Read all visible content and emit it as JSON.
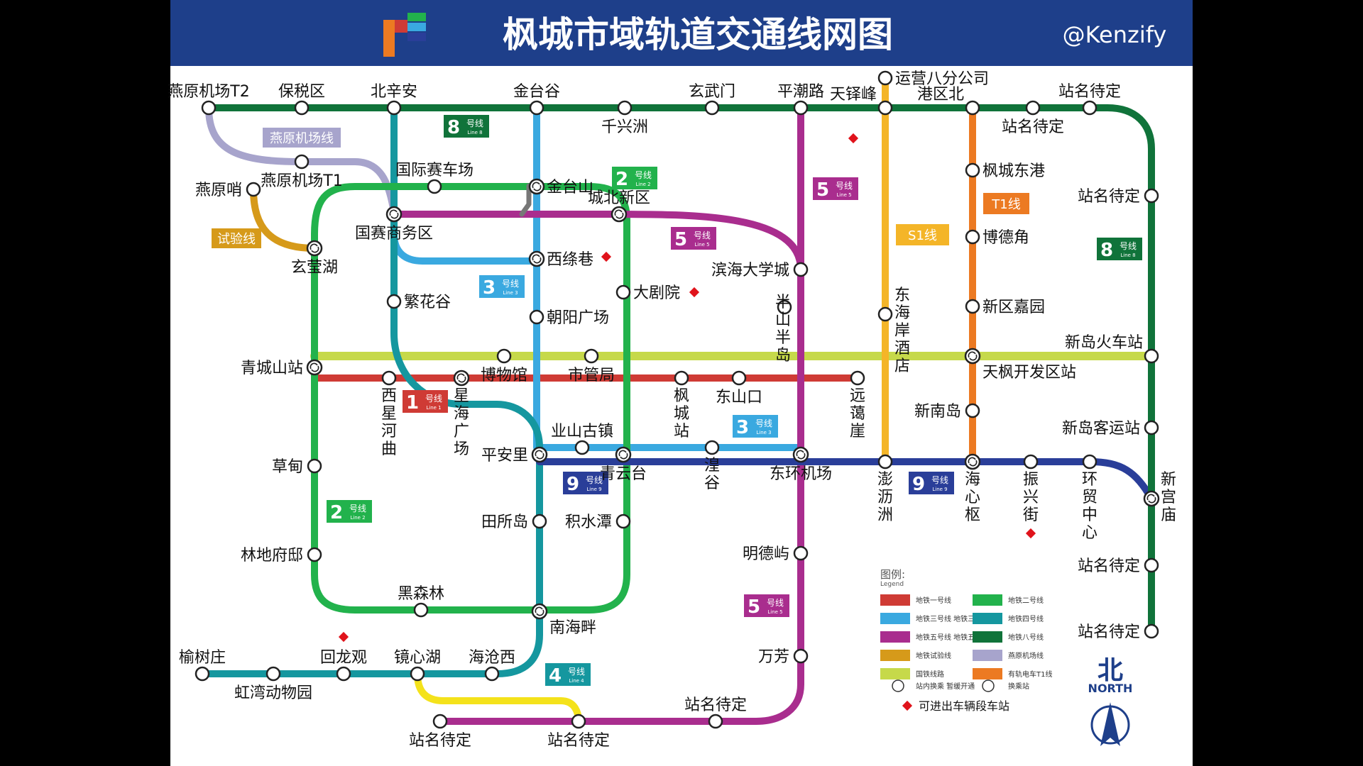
{
  "header": {
    "title": "枫城市域轨道交通线网图",
    "handle": "@Kenzify"
  },
  "colors": {
    "header_bg": "#1e3f8a",
    "line1": "#cf3b35",
    "line2": "#22b24c",
    "line3": "#3aa9e0",
    "line4": "#15979f",
    "line5": "#a92d8e",
    "line8": "#10733a",
    "line9": "#2a3e99",
    "airport": "#a7a4cc",
    "test": "#d69a1a",
    "national": "#c6d94a",
    "s1": "#f4b528",
    "t1": "#ec7a22",
    "yellow": "#f4e21b"
  },
  "line_labels": [
    {
      "id": "line8-a",
      "main": "8",
      "sub": "号线",
      "en": "Line 8",
      "color": "#10733a"
    },
    {
      "id": "line8-b",
      "main": "8",
      "sub": "号线",
      "en": "Line 8",
      "color": "#10733a"
    },
    {
      "id": "line2-a",
      "main": "2",
      "sub": "号线",
      "en": "Line 2",
      "color": "#22b24c"
    },
    {
      "id": "line2-b",
      "main": "2",
      "sub": "号线",
      "en": "Line 2",
      "color": "#22b24c"
    },
    {
      "id": "line5-a",
      "main": "5",
      "sub": "号线",
      "en": "Line 5",
      "color": "#a92d8e"
    },
    {
      "id": "line5-b",
      "main": "5",
      "sub": "号线",
      "en": "Line 5",
      "color": "#a92d8e"
    },
    {
      "id": "line5-c",
      "main": "5",
      "sub": "号线",
      "en": "Line 5",
      "color": "#a92d8e"
    },
    {
      "id": "line3-a",
      "main": "3",
      "sub": "号线",
      "en": "Line 3",
      "color": "#3aa9e0"
    },
    {
      "id": "line3-b",
      "main": "3",
      "sub": "号线",
      "en": "Line 3",
      "color": "#3aa9e0"
    },
    {
      "id": "line1-a",
      "main": "1",
      "sub": "号线",
      "en": "Line 1",
      "color": "#cf3b35"
    },
    {
      "id": "line9-a",
      "main": "9",
      "sub": "号线",
      "en": "Line 9",
      "color": "#2a3e99"
    },
    {
      "id": "line9-b",
      "main": "9",
      "sub": "号线",
      "en": "Line 9",
      "color": "#2a3e99"
    },
    {
      "id": "line4-a",
      "main": "4",
      "sub": "号线",
      "en": "Line 4",
      "color": "#15979f"
    }
  ],
  "named_labels": [
    {
      "id": "airport",
      "text": "燕原机场线",
      "color": "#a7a4cc",
      "fg": "#3a3aa0"
    },
    {
      "id": "test",
      "text": "试验线",
      "color": "#d69a1a",
      "fg": "#333333"
    },
    {
      "id": "s1",
      "text": "S1线",
      "color": "#f4b528",
      "fg": "#ffffff"
    },
    {
      "id": "t1",
      "text": "T1线",
      "color": "#ec7a22",
      "fg": "#ffffff"
    }
  ],
  "stations": [
    {
      "id": "yanyuan-t2",
      "name": "燕原机场T2"
    },
    {
      "id": "baoshuiqu",
      "name": "保税区"
    },
    {
      "id": "beixinan",
      "name": "北辛安"
    },
    {
      "id": "jintaigu",
      "name": "金台谷"
    },
    {
      "id": "xuanwumen",
      "name": "玄武门"
    },
    {
      "id": "qianxingzhou",
      "name": "千兴洲"
    },
    {
      "id": "pingchaolu",
      "name": "平潮路"
    },
    {
      "id": "yunying",
      "name": "运营八分公司"
    },
    {
      "id": "tianyifeng",
      "name": "天铎峰"
    },
    {
      "id": "gangqubei",
      "name": "港区北"
    },
    {
      "id": "tbd-top-a",
      "name": "站名待定"
    },
    {
      "id": "tbd-top-b",
      "name": "站名待定"
    },
    {
      "id": "yanyuan-t1",
      "name": "燕原机场T1"
    },
    {
      "id": "yanyuanshao",
      "name": "燕原哨"
    },
    {
      "id": "guojisaichechang",
      "name": "国际赛车场"
    },
    {
      "id": "jintaishan",
      "name": "金台山"
    },
    {
      "id": "chengbeixinqu",
      "name": "城北新区"
    },
    {
      "id": "fengchengdonggang",
      "name": "枫城东港"
    },
    {
      "id": "tbd-right-1",
      "name": "站名待定"
    },
    {
      "id": "guosaishangwuqu",
      "name": "国赛商务区"
    },
    {
      "id": "xuanyinghu",
      "name": "玄莹湖"
    },
    {
      "id": "xisixiang",
      "name": "西绦巷"
    },
    {
      "id": "bodejiao",
      "name": "博德角"
    },
    {
      "id": "binhai",
      "name": "滨海大学城"
    },
    {
      "id": "fanhuagu",
      "name": "繁花谷"
    },
    {
      "id": "dajuyuan",
      "name": "大剧院"
    },
    {
      "id": "chaoyang",
      "name": "朝阳广场"
    },
    {
      "id": "donghaian",
      "name": "东海岸酒店"
    },
    {
      "id": "xinqujiayuan",
      "name": "新区嘉园"
    },
    {
      "id": "banshan",
      "name": "半山半岛"
    },
    {
      "id": "xindaohuoche",
      "name": "新岛火车站"
    },
    {
      "id": "qingchengshan",
      "name": "青城山站"
    },
    {
      "id": "bowuguan",
      "name": "博物馆"
    },
    {
      "id": "shiguanju",
      "name": "市管局"
    },
    {
      "id": "tianfeng",
      "name": "天枫开发区站"
    },
    {
      "id": "xixinghequ",
      "name": "西星河曲"
    },
    {
      "id": "xinghai",
      "name": "星海广场"
    },
    {
      "id": "fengcheng",
      "name": "枫城站"
    },
    {
      "id": "dongshankou",
      "name": "东山口"
    },
    {
      "id": "yuanai",
      "name": "远蔼崖"
    },
    {
      "id": "yeshan",
      "name": "业山古镇"
    },
    {
      "id": "xinnandao",
      "name": "新南岛"
    },
    {
      "id": "xindaokeyun",
      "name": "新岛客运站"
    },
    {
      "id": "caodian",
      "name": "草甸"
    },
    {
      "id": "pinganli",
      "name": "平安里"
    },
    {
      "id": "qingyuntai",
      "name": "青云台"
    },
    {
      "id": "huanggu",
      "name": "湟谷"
    },
    {
      "id": "donghuan",
      "name": "东环机场"
    },
    {
      "id": "pengpai",
      "name": "澎沥洲"
    },
    {
      "id": "haixinshu",
      "name": "海心枢"
    },
    {
      "id": "zhenxing",
      "name": "振兴街"
    },
    {
      "id": "huanmao",
      "name": "环贸中心"
    },
    {
      "id": "xingongmiao",
      "name": "新宫庙"
    },
    {
      "id": "tiansuodao",
      "name": "田所岛"
    },
    {
      "id": "jishuitan",
      "name": "积水潭"
    },
    {
      "id": "mingdeyu",
      "name": "明德屿"
    },
    {
      "id": "lindi",
      "name": "林地府邸"
    },
    {
      "id": "tbd-right-2",
      "name": "站名待定"
    },
    {
      "id": "heisenlin",
      "name": "黑森林"
    },
    {
      "id": "nanhaipan",
      "name": "南海畔"
    },
    {
      "id": "tbd-right-3",
      "name": "站名待定"
    },
    {
      "id": "yushuzhuang",
      "name": "榆树庄"
    },
    {
      "id": "huilongguan",
      "name": "回龙观"
    },
    {
      "id": "jingxinhu",
      "name": "镜心湖"
    },
    {
      "id": "haicangxi",
      "name": "海沧西"
    },
    {
      "id": "wanfang",
      "name": "万芳"
    },
    {
      "id": "hongwan",
      "name": "虹湾动物园"
    },
    {
      "id": "tbd-bottom-1",
      "name": "站名待定"
    },
    {
      "id": "tbd-bottom-2",
      "name": "站名待定"
    },
    {
      "id": "tbd-bottom-3",
      "name": "站名待定"
    }
  ],
  "legend": {
    "title": "图例:",
    "subtitle": "Legend",
    "items": [
      {
        "id": "l1",
        "text": "地铁一号线",
        "color": "#cf3b35"
      },
      {
        "id": "l2",
        "text": "地铁二号线",
        "color": "#22b24c"
      },
      {
        "id": "l3",
        "text": "地铁三号线 地铁三支线",
        "color": "#3aa9e0"
      },
      {
        "id": "l4",
        "text": "地铁四号线",
        "color": "#15979f"
      },
      {
        "id": "l5",
        "text": "地铁五号线 地铁五支线",
        "color": "#a92d8e"
      },
      {
        "id": "l8",
        "text": "地铁八号线",
        "color": "#10733a"
      },
      {
        "id": "ltest",
        "text": "地铁试验线",
        "color": "#d69a1a"
      },
      {
        "id": "lair",
        "text": "燕原机场线",
        "color": "#a7a4cc"
      },
      {
        "id": "lnat",
        "text": "国铁线路",
        "color": "#c6d94a"
      },
      {
        "id": "lt1",
        "text": "有轨电车T1线",
        "color": "#ec7a22"
      }
    ],
    "sym_transfer_cross": "站内换乘 暂缓开通",
    "sym_transfer": "换乘站",
    "depot": "可进出车辆段车站"
  },
  "compass": {
    "cn": "北",
    "en": "NORTH"
  }
}
